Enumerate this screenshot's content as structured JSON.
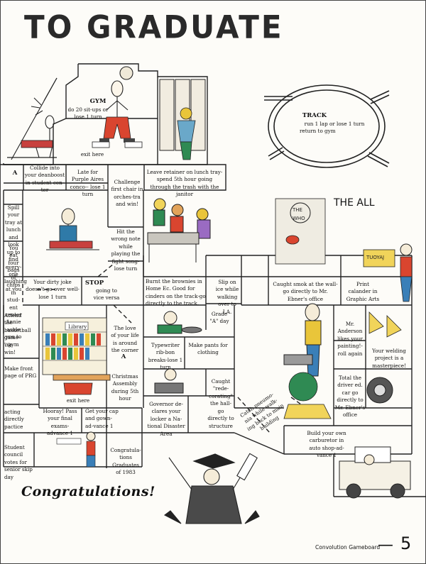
{
  "title": "TO GRADUATE",
  "spaces": {
    "gym": {
      "label": "GYM",
      "text": "do 20 sit-ups or lose 1 turn",
      "exit": "exit here"
    },
    "track": {
      "label": "TRACK",
      "text": "run 1 lap or lose 1 turn",
      "return": "return to gym"
    },
    "collide": {
      "letter": "A",
      "text": "Collide into your deanboost in student cen-ter"
    },
    "late": "Late for Purple Aires conco-- lose 1 turn",
    "challenge": "Challenge first chair in orches-tra and win!",
    "retainer": "Leave retainer on lunch tray-spend 5th hour going through the trash with the janitor",
    "spill": "Spill your tray at lunch and look up to find every-one laughing at you",
    "hit_note": "Hit the wrong note while playing the fight song-lose turn",
    "the_all": "THE ALL",
    "chips": "You eat four bags of chips in stud-ent center Annie aside you to gym",
    "dirty_joke": "Your dirty joke doesn't go over well-lose 1 turn",
    "stop": {
      "label": "STOP",
      "text": "going to vice versa"
    },
    "brownies": "Burnt the brownies in Home Ec. Good for cinders on the track-go directly to the track.",
    "slip_ice": "Slip on ice while walking over to I.A.",
    "caught_smok": "Caught smok at the wall-go directly to Mr. Ebner's office",
    "print_calendar": "Print calander in Graphic Arts",
    "basketball": "Attend the basketball game-We win!",
    "love": "The love of your life is around the corner",
    "love_letter": "A",
    "grade_a": "Grade \"A\" day",
    "anderson": "Mr. Anderson likes your painting!-roll again",
    "front_page": "Make front page of PRG",
    "typewriter": "Typewriter rib-bon breaks-lose 1 turn",
    "pants": "Make pants for clothing",
    "welding": "Your welding project is a masterpiece!",
    "christmas": "Christmas Assembly during 5th hour",
    "caught_redecorating": "Caught \"rede-corating\" the hall-go directly to structure",
    "total_car": "Total the driver ed. car go directly to Mr. Ebner's office",
    "exit_here": "exit here",
    "acting": "acting directly pactice",
    "hooray": "Hooray! Pass your final exams-advance 1",
    "cap_gown": "Get your cap and gown-ad-vance 1",
    "governor": "Governor de-clares your locker a Na-tional Disaster Area",
    "catch_pneumonia": "Catch pneumo-nia while walk-ing back to main building",
    "carburetor": "Build your own carburetor in auto shop-ad-vance 1",
    "council": "Student council votes for senior skip day",
    "congratulations_space": "Congratula-tions Graduates of 1983",
    "congratulations_big": "Congratulations!"
  },
  "footer": {
    "label": "Convolution Gameboard",
    "dash": "—",
    "page": "5"
  }
}
